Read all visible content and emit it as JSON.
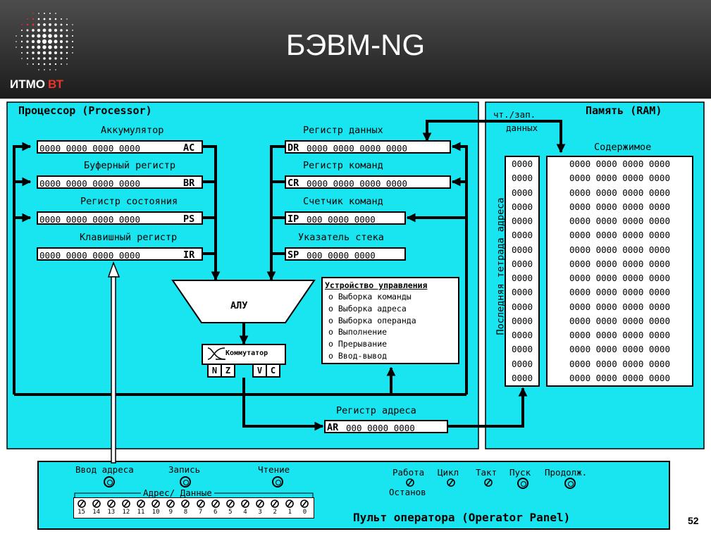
{
  "slide": {
    "title": "БЭВМ-NG",
    "page_number": "52",
    "brand": {
      "text": "ИТМО",
      "accent": "ВТ"
    }
  },
  "colors": {
    "panel": "#19e5f0",
    "header_bg": "#2b2b2b",
    "logo_red": "#e8342a"
  },
  "processor": {
    "heading": "Процессор (Processor)",
    "left_registers": [
      {
        "title": "Аккумулятор",
        "value": "0000 0000 0000 0000",
        "name": "AC"
      },
      {
        "title": "Буферный регистр",
        "value": "0000 0000 0000 0000",
        "name": "BR"
      },
      {
        "title": "Регистр состояния",
        "value": "0000 0000 0000 0000",
        "name": "PS"
      },
      {
        "title": "Клавишный регистр",
        "value": "0000 0000 0000 0000",
        "name": "IR"
      }
    ],
    "right_registers": [
      {
        "title": "Регистр данных",
        "value": "0000 0000 0000 0000",
        "name": "DR"
      },
      {
        "title": "Регистр команд",
        "value": "0000 0000 0000 0000",
        "name": "CR"
      },
      {
        "title": "Счетчик команд",
        "value": "000 0000 0000",
        "name": "IP"
      },
      {
        "title": "Указатель стека",
        "value": "000 0000 0000",
        "name": "SP"
      }
    ],
    "alu": "АЛУ",
    "commutator": {
      "label": "Коммутатор",
      "flags": [
        "N",
        "Z",
        "V",
        "C"
      ]
    },
    "control_unit": {
      "title": "Устройство управления",
      "items": [
        "o Выборка команды",
        "o Выборка адреса",
        "o Выборка операнда",
        "o Выполнение",
        "o Прерывание",
        "o Ввод-вывод"
      ]
    },
    "address_register": {
      "title": "Регистр адреса",
      "name": "AR",
      "value": "000 0000 0000"
    }
  },
  "memory": {
    "heading": "Память (RAM)",
    "rw_label_line1": "чт./зап.",
    "rw_label_line2": "данных",
    "contents_label": "Содержимое",
    "address_label": "Последняя тетрада адреса",
    "address_cells": [
      "0000",
      "0000",
      "0000",
      "0000",
      "0000",
      "0000",
      "0000",
      "0000",
      "0000",
      "0000",
      "0000",
      "0000",
      "0000",
      "0000",
      "0000",
      "0000"
    ],
    "row_value": "0000 0000 0000 0000"
  },
  "operator_panel": {
    "title": "Пульт оператора (Operator Panel)",
    "buttons": [
      "Ввод адреса",
      "Запись",
      "Чтение"
    ],
    "indicators": {
      "run": "Работа",
      "stop": "Останов",
      "cycle": "Цикл",
      "tact": "Такт",
      "start": "Пуск",
      "continue": "Продолж."
    },
    "switch_group_label": "Адрес/ Данные",
    "switch_numbers": [
      "15",
      "14",
      "13",
      "12",
      "11",
      "10",
      "9",
      "8",
      "7",
      "6",
      "5",
      "4",
      "3",
      "2",
      "1",
      "0"
    ]
  }
}
